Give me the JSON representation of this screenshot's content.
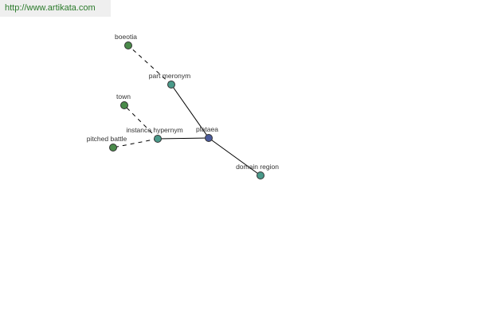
{
  "source_url": "http://www.artikata.com",
  "colors": {
    "center": "#4a5a9a",
    "relation": "#4a9a8a",
    "leaf": "#4a8a4a",
    "outline": "#333333",
    "edge": "#000000",
    "url_text": "#2a7a2a"
  },
  "graph": {
    "nodes": [
      {
        "id": "plataea",
        "label": "plataea",
        "kind": "center"
      },
      {
        "id": "part_meronym",
        "label": "part meronym",
        "kind": "relation"
      },
      {
        "id": "instance_hypernym",
        "label": "instance hypernym",
        "kind": "relation"
      },
      {
        "id": "domain_region",
        "label": "domain region",
        "kind": "relation"
      },
      {
        "id": "boeotia",
        "label": "boeotia",
        "kind": "leaf"
      },
      {
        "id": "town",
        "label": "town",
        "kind": "leaf"
      },
      {
        "id": "pitched_battle",
        "label": "pitched battle",
        "kind": "leaf"
      }
    ],
    "edges": [
      {
        "from": "plataea",
        "to": "part_meronym",
        "style": "solid"
      },
      {
        "from": "plataea",
        "to": "instance_hypernym",
        "style": "solid"
      },
      {
        "from": "plataea",
        "to": "domain_region",
        "style": "solid"
      },
      {
        "from": "part_meronym",
        "to": "boeotia",
        "style": "dashed"
      },
      {
        "from": "instance_hypernym",
        "to": "town",
        "style": "dashed"
      },
      {
        "from": "instance_hypernym",
        "to": "pitched_battle",
        "style": "dashed"
      }
    ]
  }
}
